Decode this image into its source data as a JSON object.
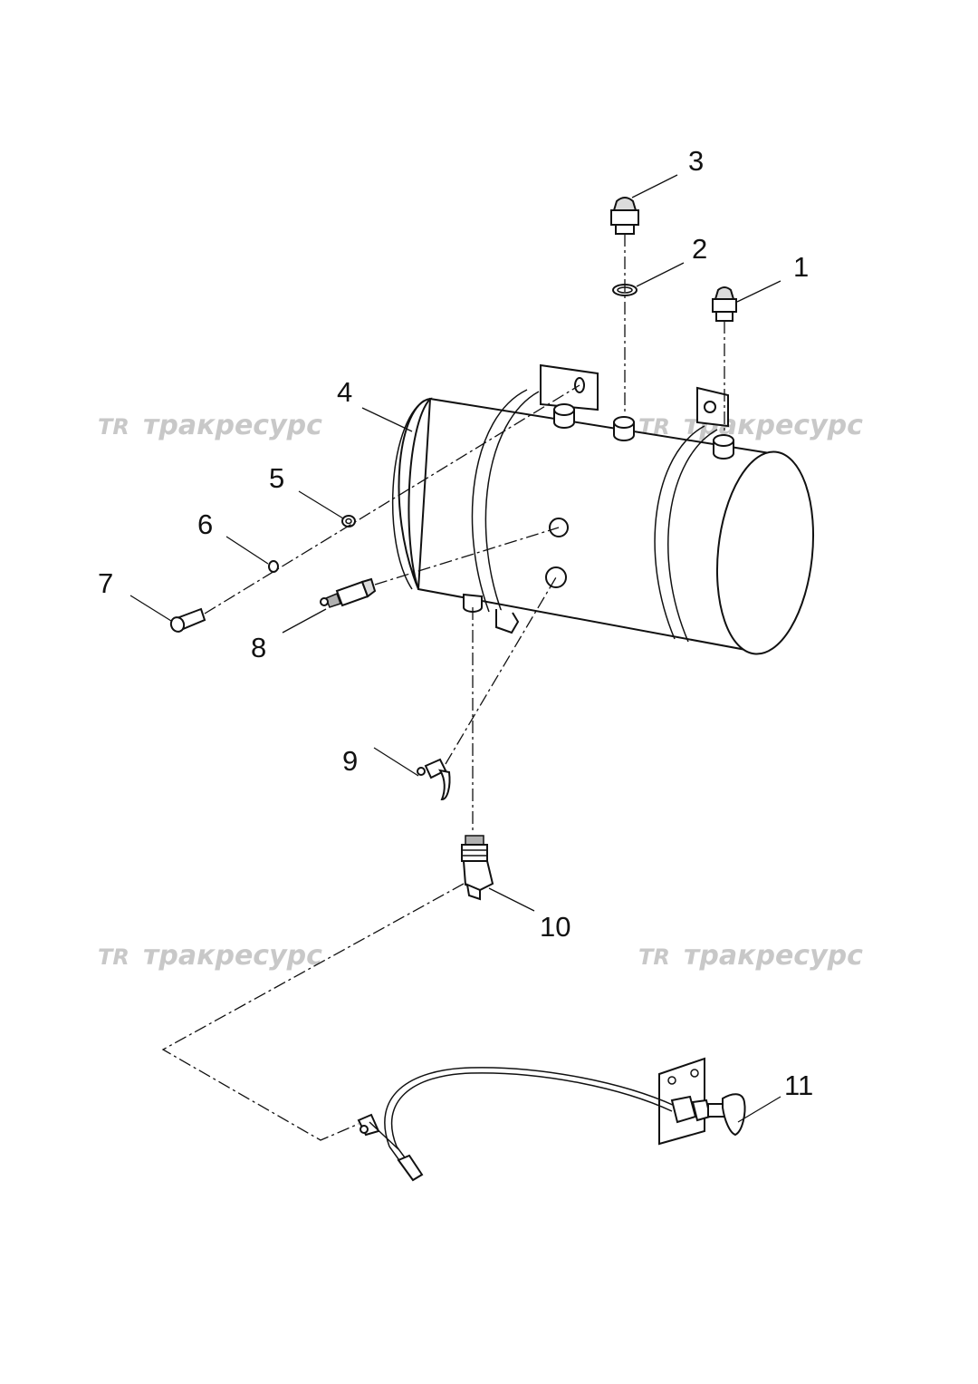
{
  "watermarks": [
    {
      "mark": "TR",
      "text": "тракресурс"
    },
    {
      "mark": "TR",
      "text": "тракресурс"
    },
    {
      "mark": "TR",
      "text": "тракресурс"
    },
    {
      "mark": "TR",
      "text": "тракресурс"
    }
  ],
  "callouts": [
    "1",
    "2",
    "3",
    "4",
    "5",
    "6",
    "7",
    "8",
    "9",
    "10",
    "11"
  ],
  "colors": {
    "line": "#111111",
    "shade": "#dcdcdc",
    "watermark": "#c8c8c8",
    "background": "#ffffff"
  }
}
